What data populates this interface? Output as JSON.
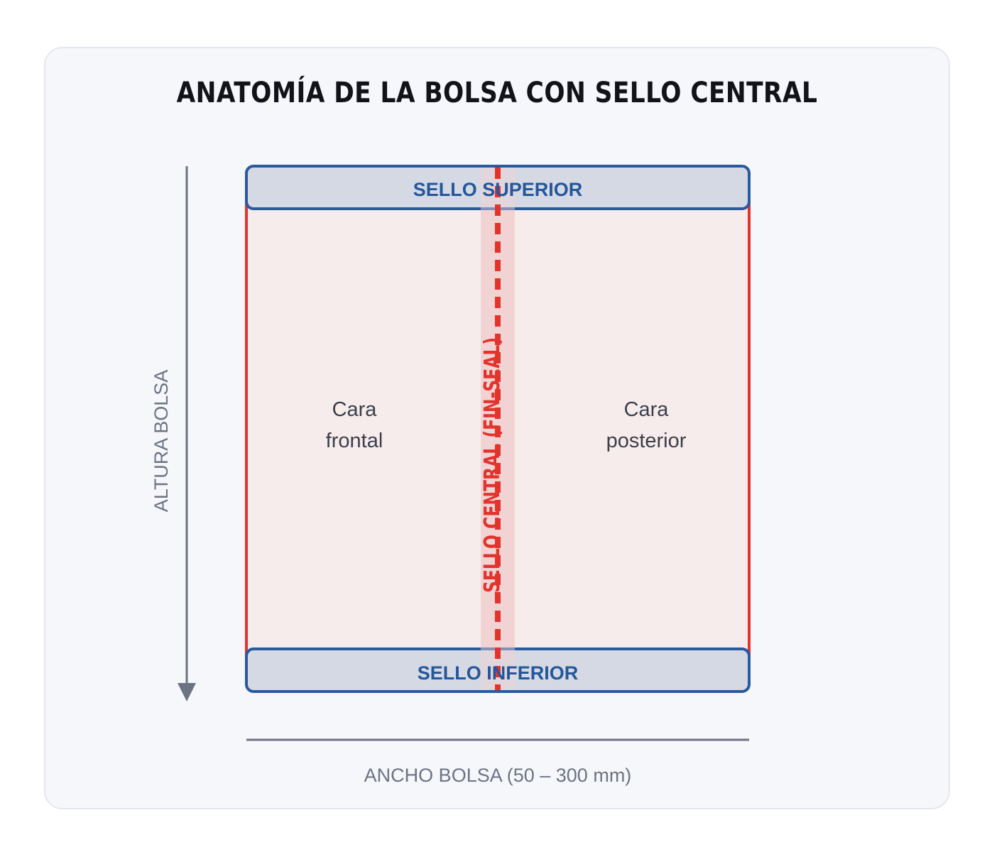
{
  "title": "ANATOMÍA DE LA BOLSA CON SELLO CENTRAL",
  "labels": {
    "top_seal": "SELLO SUPERIOR",
    "bottom_seal": "SELLO INFERIOR",
    "center_seal": "SELLO CENTRAL (FIN-SEAL)",
    "front_face": [
      "Cara",
      "frontal"
    ],
    "back_face": [
      "Cara",
      "posterior"
    ],
    "height_axis": "ALTURA BOLSA",
    "width_axis": "ANCHO BOLSA (50 – 300 mm)"
  },
  "colors": {
    "bag_outline": "#e3332d",
    "bag_fill": "#f6ecec",
    "seal_outline": "#2a5a9e",
    "seal_fill": "#d5d9e3",
    "seal_text": "#24579b",
    "center_band": "#f2d3d4",
    "center_line": "#e3332d",
    "face_text": "#3b3f4a",
    "axis": "#6c7383",
    "axis_text": "#6c7383"
  }
}
